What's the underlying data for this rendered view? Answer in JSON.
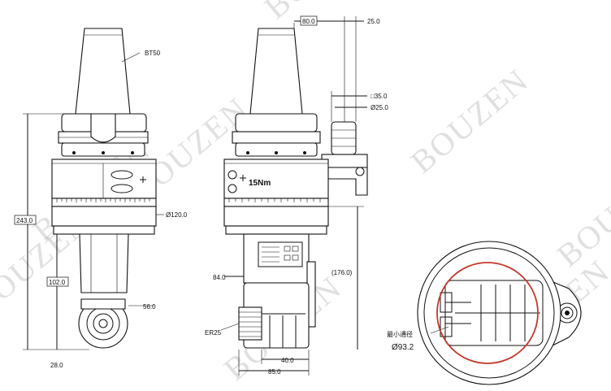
{
  "watermark": "BOUZEN",
  "colors": {
    "line": "#111111",
    "watermark": "#c8c8c8",
    "red_circle": "#c0392b"
  },
  "left_view": {
    "taper_label": "BT50",
    "dim_overall": "243.0",
    "dim_diameter": "Ø120.0",
    "dim_lower_length": "102.0",
    "dim_head": "56.0",
    "dim_offset": "28.0"
  },
  "middle_view": {
    "dim_top_width": "80.0",
    "dim_top_right": "25.0",
    "dim_square": "□35.0",
    "dim_stop_dia": "Ø25.0",
    "torque": "15Nm",
    "dim_left": "84.0",
    "dim_right": "(176.0)",
    "collet": "ER25",
    "dim_bottom_inner": "40.0",
    "dim_bottom_outer": "85.0"
  },
  "right_view": {
    "min_diameter_label": "最小通径",
    "min_diameter_value": "Ø93.2"
  }
}
